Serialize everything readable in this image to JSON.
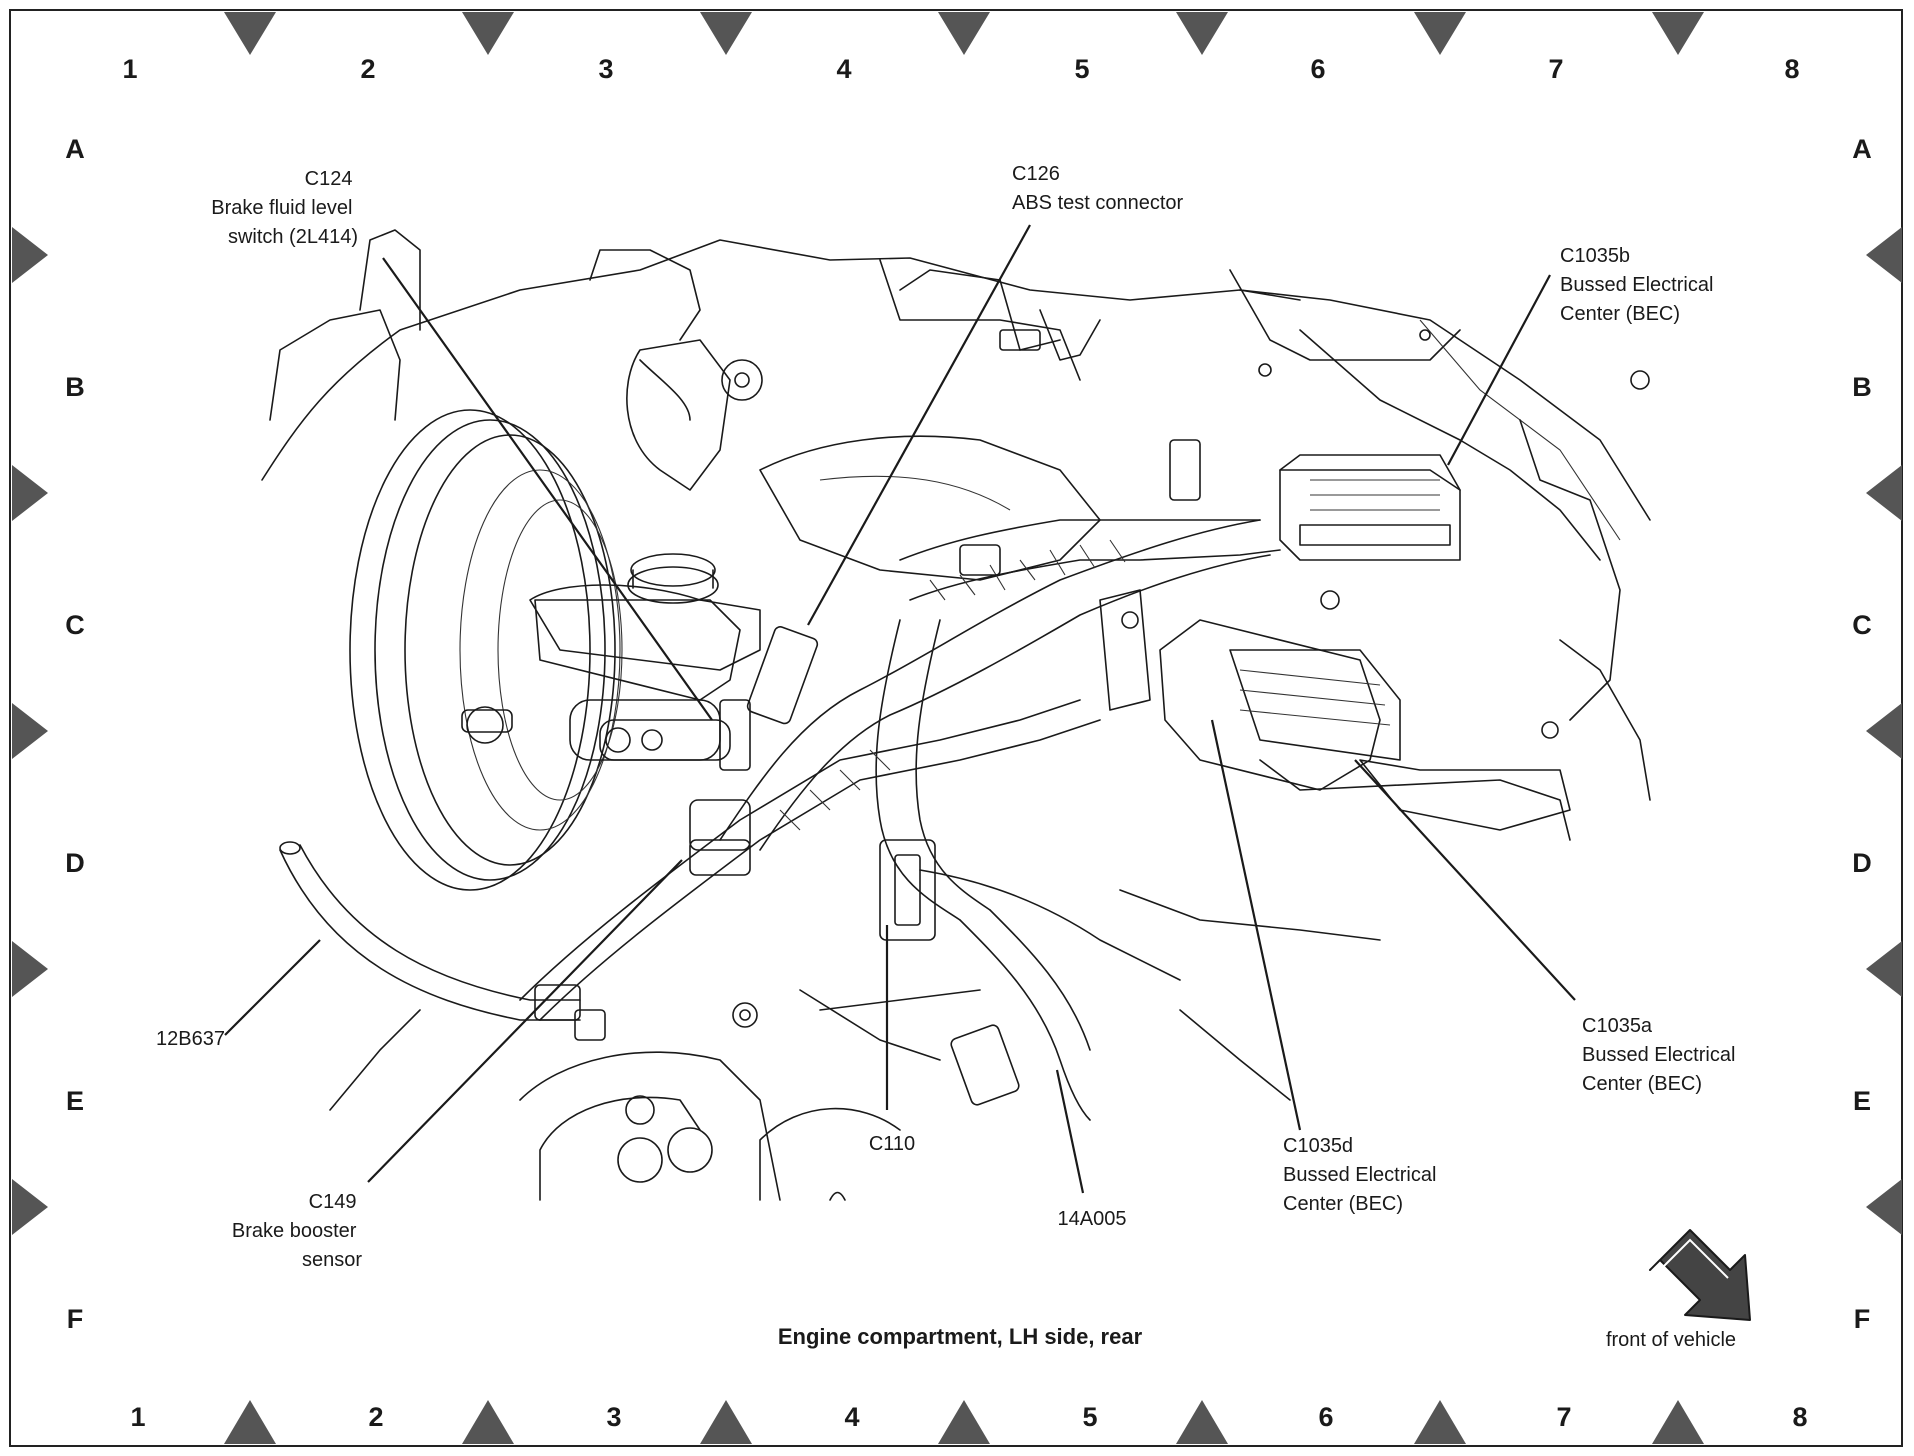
{
  "grid": {
    "columns": [
      "1",
      "2",
      "3",
      "4",
      "5",
      "6",
      "7",
      "8"
    ],
    "rows": [
      "A",
      "B",
      "C",
      "D",
      "E",
      "F"
    ]
  },
  "labels": {
    "c124": [
      "C124",
      "Brake fluid level",
      "switch (2L414)"
    ],
    "c126": [
      "C126",
      "ABS test connector"
    ],
    "c1035b": [
      "C1035b",
      "Bussed Electrical",
      "Center (BEC)"
    ],
    "h12b637": [
      "12B637"
    ],
    "c1035a": [
      "C1035a",
      "Bussed Electrical",
      "Center (BEC)"
    ],
    "c110": [
      "C110"
    ],
    "c1035d": [
      "C1035d",
      "Bussed Electrical",
      "Center (BEC)"
    ],
    "c149": [
      "C149",
      "Brake booster",
      "sensor"
    ],
    "h14a005": [
      "14A005"
    ]
  },
  "caption": "Engine compartment, LH side, rear",
  "orientation": {
    "label": "front of vehicle",
    "icon": "arrow-down-right-icon"
  },
  "colors": {
    "ink": "#1a1a1a",
    "marker": "#555555",
    "arrow_fill": "#444444"
  }
}
